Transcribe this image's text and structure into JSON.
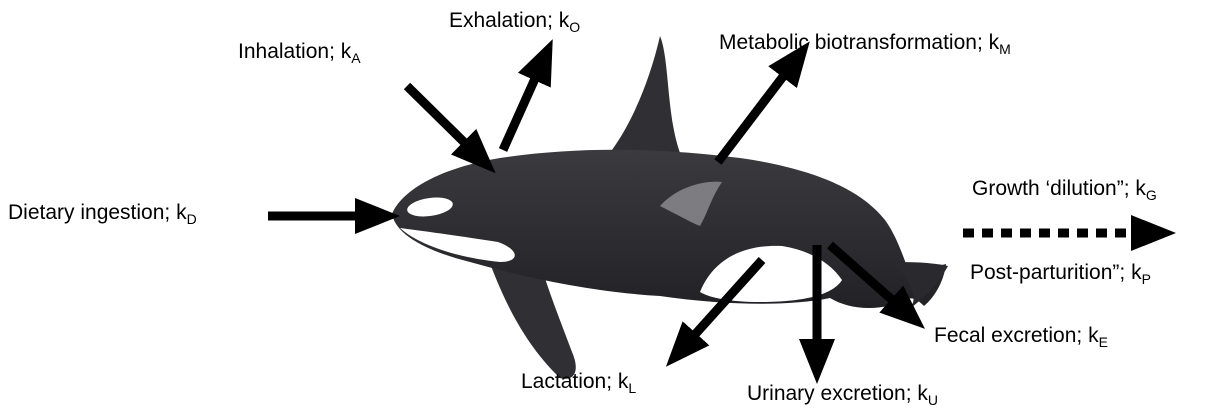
{
  "colors": {
    "arrow": "#000000",
    "whale_body": "#2f2f33",
    "whale_patch": "#ffffff",
    "saddle": "#8a8a8e"
  },
  "whale_icon": "orca-icon",
  "processes": {
    "inhalation": {
      "name": "Inhalation",
      "sep": "; ",
      "k": "k",
      "sub": "A"
    },
    "exhalation": {
      "name": "Exhalation",
      "sep": "; ",
      "k": "k",
      "sub": "O"
    },
    "metabolic": {
      "name": "Metabolic biotransformation",
      "sep": "; ",
      "k": "k",
      "sub": "M"
    },
    "dietary": {
      "name": "Dietary ingestion",
      "sep": "; ",
      "k": "k",
      "sub": "D"
    },
    "growth": {
      "name": "Growth ‘dilution”",
      "sep": "; ",
      "k": "k",
      "sub": "G"
    },
    "postpart": {
      "name": "Post-parturition”",
      "sep": "; ",
      "k": "k",
      "sub": "P"
    },
    "fecal": {
      "name": "Fecal excretion",
      "sep": "; ",
      "k": "k",
      "sub": "E"
    },
    "lactation": {
      "name": "Lactation",
      "sep": "; ",
      "k": "k",
      "sub": "L"
    },
    "urinary": {
      "name": "Urinary excretion",
      "sep": "; ",
      "k": "k",
      "sub": "U"
    }
  }
}
